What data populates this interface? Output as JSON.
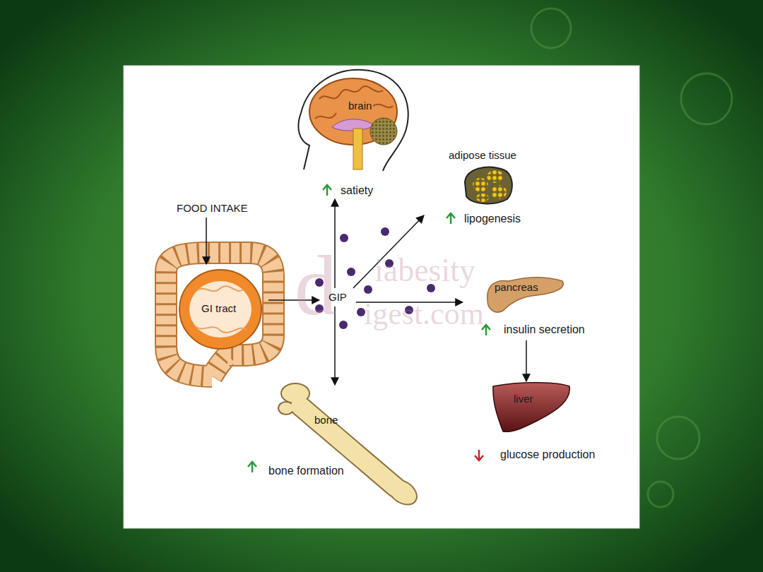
{
  "diagram": {
    "nodes": [
      {
        "text": [
          "brain",
          "satiety"
        ]
      },
      {
        "text": [
          "adipose tissue",
          "lipogenesis"
        ]
      },
      {
        "text": [
          "GI tract"
        ]
      },
      {
        "text": [
          "GIP"
        ]
      },
      {
        "text": [
          "pancreas",
          "insulin secretion"
        ]
      },
      {
        "text": [
          "bone",
          "bone formation"
        ]
      },
      {
        "text": [
          "liver",
          "glucose production"
        ]
      }
    ],
    "edges": [
      {
        "from": 2,
        "to": 3,
        "arrow": "to"
      },
      {
        "from": 3,
        "to": 0,
        "arrow": "to"
      },
      {
        "from": 3,
        "to": 1,
        "arrow": "to"
      },
      {
        "from": 3,
        "to": 4,
        "arrow": "to"
      },
      {
        "from": 3,
        "to": 5,
        "arrow": "to"
      },
      {
        "from": 4,
        "to": 6,
        "arrow": "to"
      }
    ],
    "labels": [
      "FOOD INTAKE",
      "d",
      "iabesity",
      "igest.com"
    ]
  }
}
